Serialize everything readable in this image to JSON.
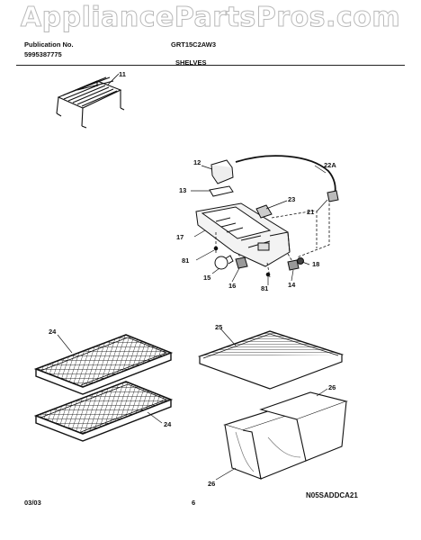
{
  "watermark": "AppliancePartsPros.com",
  "header": {
    "publication_label": "Publication No.",
    "publication_number": "5995387775",
    "model": "GRT15C2AW3",
    "section_title": "SHELVES"
  },
  "callouts": {
    "c11": "11",
    "c12": "12",
    "c13": "13",
    "c23": "23",
    "c22a": "22A",
    "c21": "21",
    "c17": "17",
    "c81a": "81",
    "c15": "15",
    "c16": "16",
    "c81b": "81",
    "c14": "14",
    "c18": "18",
    "c24a": "24",
    "c24b": "24",
    "c25": "25",
    "c26a": "26",
    "c26b": "26"
  },
  "footer": {
    "date": "03/03",
    "page_number": "6",
    "diagram_code": "N05SADDCA21"
  }
}
